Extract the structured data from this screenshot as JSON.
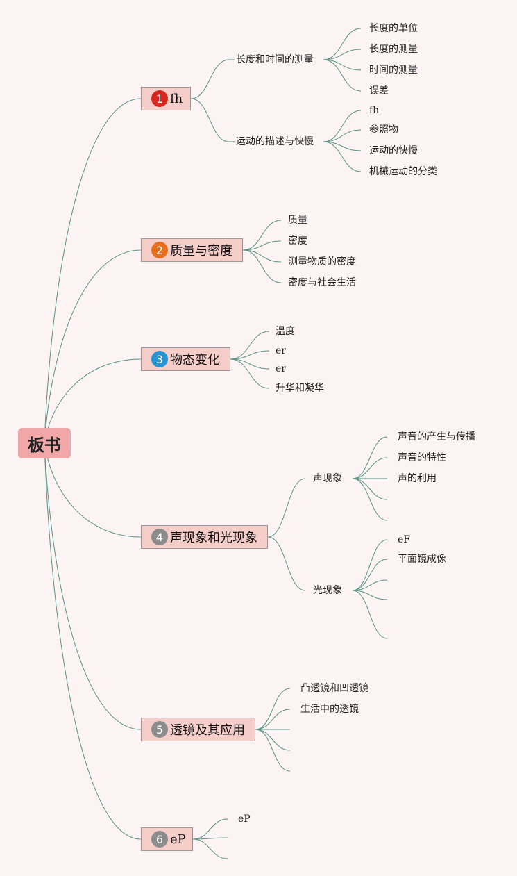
{
  "root": {
    "title": "板书"
  },
  "topics": [
    {
      "number": "1",
      "badge_color": "#d7261e",
      "title": "fh",
      "branches": [
        {
          "label": "长度和时间的测量",
          "leaves": [
            "长度的单位",
            "长度的测量",
            "时间的测量",
            "误差"
          ]
        },
        {
          "label": "运动的描述与快慢",
          "leaves": [
            "fh",
            "参照物",
            "运动的快慢",
            "机械运动的分类"
          ]
        }
      ]
    },
    {
      "number": "2",
      "badge_color": "#e8701d",
      "title": "质量与密度",
      "leaves": [
        "质量",
        "密度",
        "测量物质的密度",
        "密度与社会生活"
      ]
    },
    {
      "number": "3",
      "badge_color": "#2695d6",
      "title": "物态变化",
      "leaves": [
        "温度",
        "er",
        "er",
        "升华和凝华"
      ]
    },
    {
      "number": "4",
      "badge_color": "#8c8c8c",
      "title": "声现象和光现象",
      "branches": [
        {
          "label": "声现象",
          "leaves": [
            "声音的产生与传播",
            "声音的特性",
            "声的利用",
            "",
            ""
          ]
        },
        {
          "label": "光现象",
          "leaves": [
            "eF",
            "平面镜成像",
            "",
            "",
            ""
          ]
        }
      ]
    },
    {
      "number": "5",
      "badge_color": "#8c8c8c",
      "title": "透镜及其应用",
      "leaves": [
        "凸透镜和凹透镜",
        "生活中的透镜",
        "",
        "",
        ""
      ]
    },
    {
      "number": "6",
      "badge_color": "#8c8c8c",
      "title": "eP",
      "leaves": [
        "eP",
        "",
        ""
      ]
    }
  ],
  "colors": {
    "line": "#5b9183",
    "topic_fill": "#f5cdc9",
    "root_fill": "#f1a7a8"
  }
}
